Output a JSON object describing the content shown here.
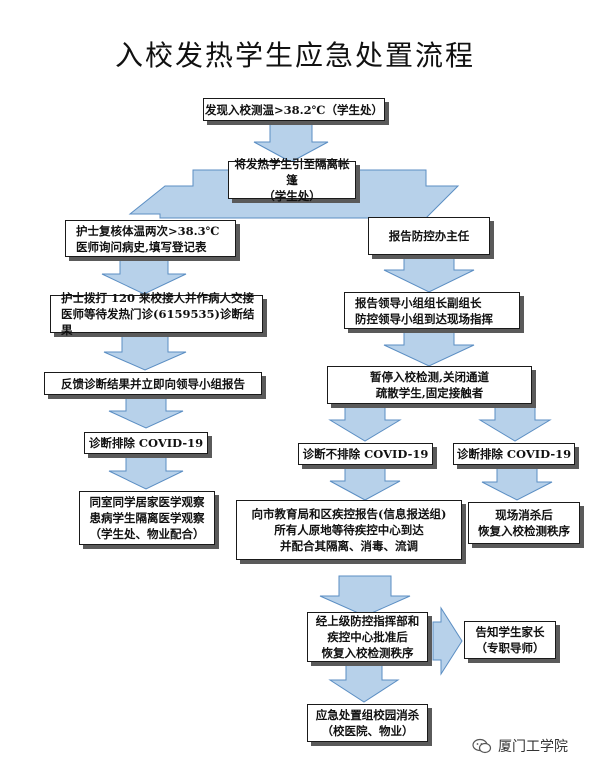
{
  "title": "入校发热学生应急处置流程",
  "nodes": {
    "n1": "发现入校测温>38.2℃（学生处）",
    "n2": "将发热学生引至隔离帐篷\n（学生处）",
    "n3": "护士复核体温两次>38.3℃\n医师询问病史,填写登记表",
    "n4": "报告防控办主任",
    "n5": "护士拨打 120 来校接人并作病人交接\n医师等待发热门诊(6159535)诊断结果",
    "n6": "报告领导小组组长副组长\n防控领导小组到达现场指挥",
    "n7": "反馈诊断结果并立即向领导小组报告",
    "n8": "暂停入校检测,关闭通道\n疏散学生,固定接触者",
    "n9": "诊断排除 COVID-19",
    "n10": "诊断不排除 COVID-19",
    "n11": "诊断排除 COVID-19",
    "n12": "同室同学居家医学观察\n患病学生隔离医学观察\n（学生处、物业配合）",
    "n13": "向市教育局和区疾控报告(信息报送组)\n所有人原地等待疾控中心到达\n并配合其隔离、消毒、流调",
    "n14": "现场消杀后\n恢复入校检测秩序",
    "n15": "经上级防控指挥部和\n疾控中心批准后\n恢复入校检测秩序",
    "n16": "告知学生家长\n（专职导师）",
    "n17": "应急处置组校园消杀\n（校医院、物业）"
  },
  "watermark": "厦门工学院",
  "colors": {
    "arrow_fill": "#b7d1ea",
    "arrow_stroke": "#5b8ec3",
    "box_border": "#1a1a1a",
    "box_shadow": "#5a5a5a"
  }
}
